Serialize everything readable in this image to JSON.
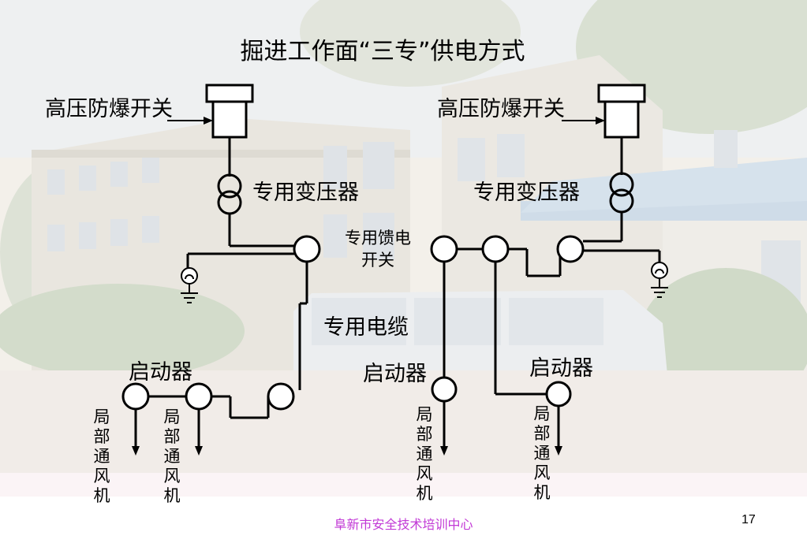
{
  "title": "掘进工作面“三专”供电方式",
  "labels": {
    "hv_switch_left": "高压防爆开关",
    "hv_switch_right": "高压防爆开关",
    "transformer_left": "专用变压器",
    "transformer_right": "专用变压器",
    "feed_switch_line1": "专用馈电",
    "feed_switch_line2": "开关",
    "cable": "专用电缆",
    "starter_left": "启动器",
    "starter_mid": "启动器",
    "starter_right": "启动器",
    "fan_1": "局部通风机",
    "fan_2": "局部通风机",
    "fan_3": "局部通风机",
    "fan_4": "局部通风机"
  },
  "footer": {
    "org": "阜新市安全技术培训中心",
    "page": "17"
  }
}
